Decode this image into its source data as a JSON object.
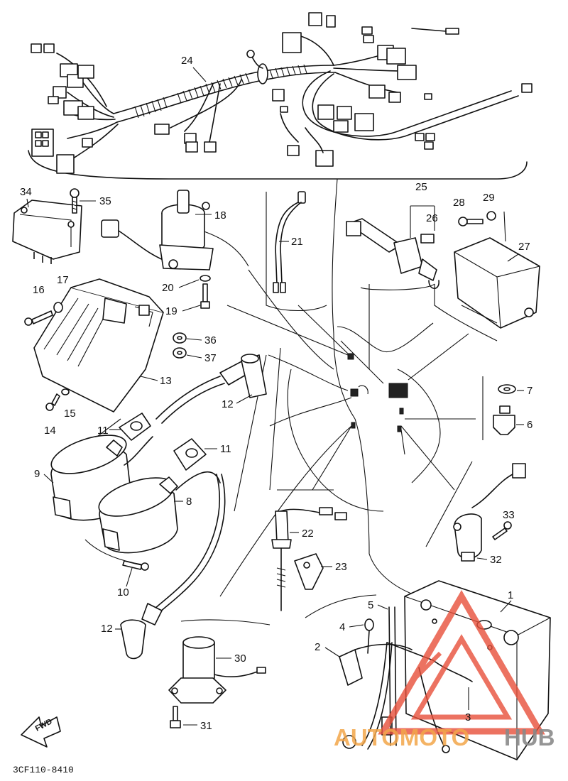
{
  "callouts": {
    "c1": "1",
    "c2": "2",
    "c3": "3",
    "c4": "4",
    "c5": "5",
    "c6": "6",
    "c7": "7",
    "c8": "8",
    "c9": "9",
    "c10": "10",
    "c11a": "11",
    "c11b": "11",
    "c12a": "12",
    "c12b": "12",
    "c13": "13",
    "c14": "14",
    "c15": "15",
    "c16": "16",
    "c17": "17",
    "c18": "18",
    "c19": "19",
    "c20": "20",
    "c21": "21",
    "c22": "22",
    "c23": "23",
    "c24": "24",
    "c25": "25",
    "c26": "26",
    "c27": "27",
    "c28": "28",
    "c29": "29",
    "c30": "30",
    "c31": "31",
    "c32": "32",
    "c33": "33",
    "c34": "34",
    "c35": "35",
    "c36": "36",
    "c37": "37"
  },
  "diagram_code": "3CF110-8410",
  "forward_arrow_label": "FWD",
  "watermark": {
    "part1": "AUTOMOTO",
    "part2": "HUB",
    "color1": "#f3a64a",
    "color2": "#8a8a8a",
    "logo_color": "#e8503a"
  }
}
